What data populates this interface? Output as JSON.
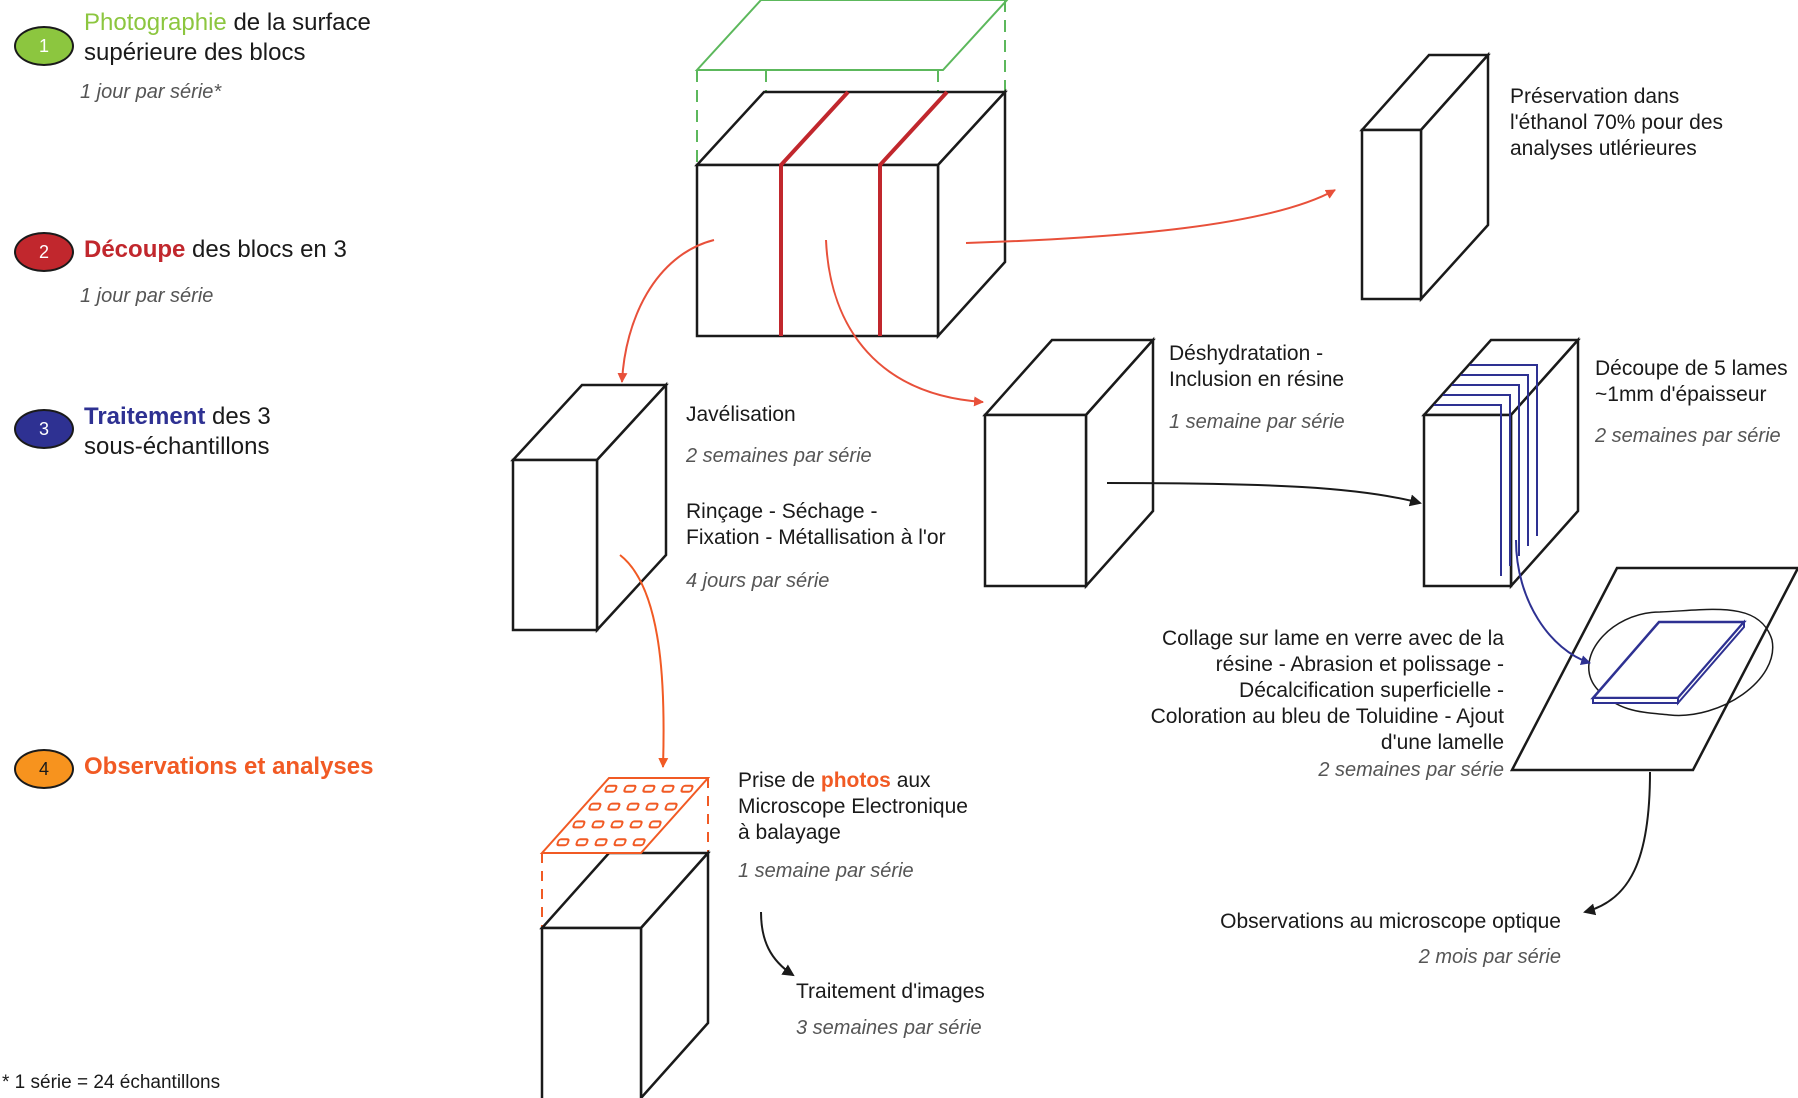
{
  "colors": {
    "step1": "#8cc63f",
    "step2": "#c1272d",
    "step3": "#2e3192",
    "step4": "#f15a24",
    "badge4": "#f7931e"
  },
  "legend": {
    "step1": {
      "number": "1",
      "highlight": "Photographie",
      "rest_line1": " de la surface",
      "line2": "supérieure des blocs",
      "duration": "1 jour par série*"
    },
    "step2": {
      "number": "2",
      "highlight": "Découpe",
      "rest": " des blocs en 3",
      "duration": "1 jour par série"
    },
    "step3": {
      "number": "3",
      "highlight": "Traitement",
      "rest_line1": " des 3",
      "line2": "sous-échantillons"
    },
    "step4": {
      "number": "4",
      "highlight": "Observations et analyses"
    },
    "footnote": "* 1 série = 24 échantillons"
  },
  "annotations": {
    "preservation": {
      "line1": "Préservation dans",
      "line2": "l'éthanol 70% pour des",
      "line3": "analyses utlérieures"
    },
    "javel": {
      "label": "Javélisation",
      "duration": "2 semaines par série"
    },
    "rincage": {
      "line1": "Rinçage - Séchage -",
      "line2": "Fixation - Métallisation à l'or",
      "duration": "4 jours par série"
    },
    "deshydratation": {
      "line1": "Déshydratation -",
      "line2": "Inclusion en résine",
      "duration": "1 semaine par série"
    },
    "decoupe_lames": {
      "line1": "Découpe de 5 lames",
      "line2": "~1mm d'épaisseur",
      "duration": "2 semaines par série"
    },
    "collage": {
      "line1": "Collage sur lame en verre avec de la",
      "line2": "résine - Abrasion et polissage -",
      "line3": "Décalcification superficielle -",
      "line4": "Coloration au bleu de Toluidine - Ajout",
      "line5": "d'une lamelle",
      "duration": "2 semaines par série"
    },
    "photos_meb": {
      "prefix": "Prise de ",
      "highlight": "photos",
      "suffix": " aux",
      "line2": "Microscope Electronique",
      "line3": "à balayage",
      "duration": "1 semaine par série"
    },
    "traitement_images": {
      "label": "Traitement d'images",
      "duration": "3 semaines par série"
    },
    "microscope_optique": {
      "label": "Observations au microscope optique",
      "duration": "2 mois par série"
    }
  }
}
